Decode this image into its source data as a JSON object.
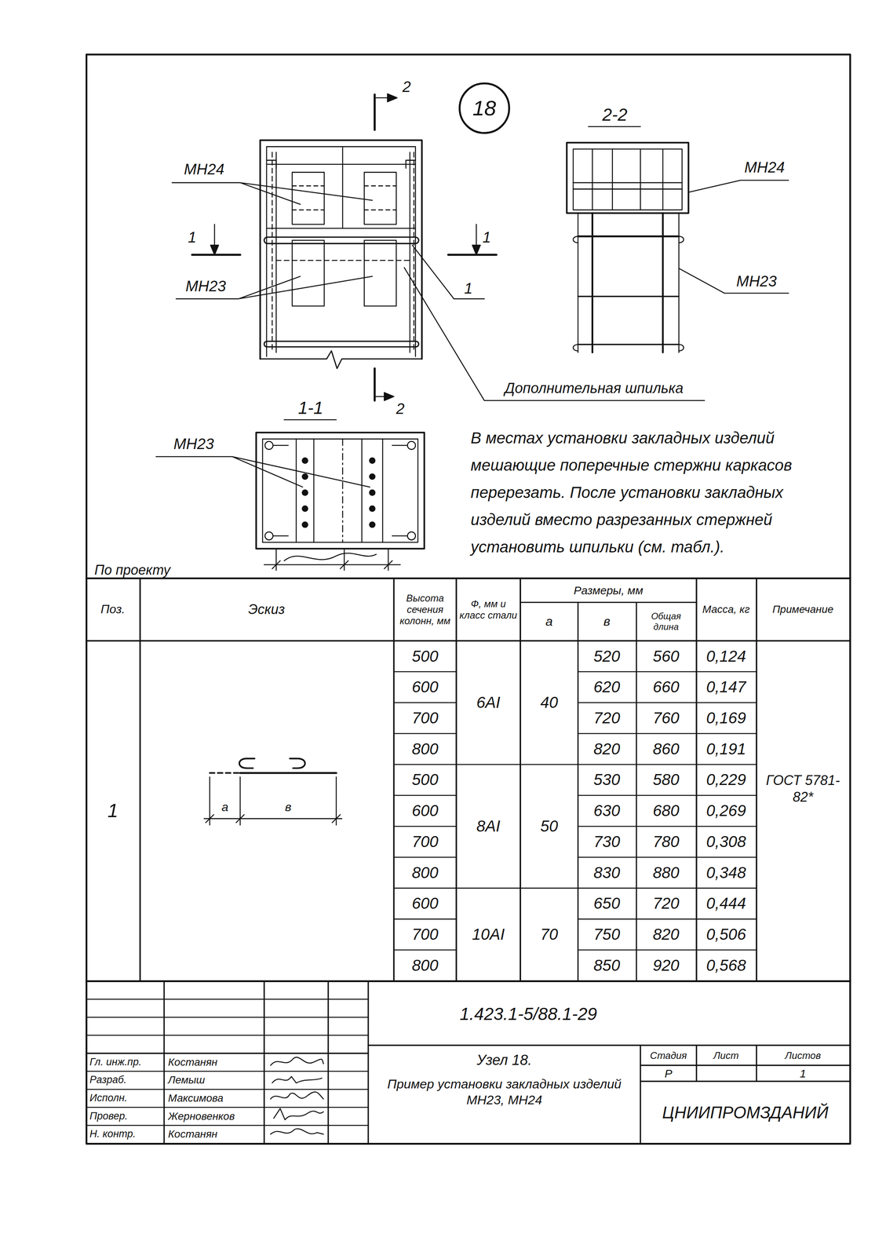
{
  "diagram": {
    "nodes": [
      {
        "text": [
          "18"
        ]
      }
    ],
    "labels": [
      "2",
      "2-2",
      "МН24",
      "МН24",
      "1",
      "1",
      "МН23",
      "МН23",
      "1",
      "2",
      "Дополнительная шпилька",
      "1-1",
      "МН23",
      "В местах установки закладных изделий мешающие поперечные стержни каркасов перерезать. После установки закладных изделий вместо разрезанных стержней установить шпильки (см. табл.).",
      "По проекту",
      "Поз.",
      "Эскиз",
      "Высота сечения колонн, мм",
      "Ф, мм и класс стали",
      "Размеры, мм",
      "а",
      "в",
      "Общая длина",
      "Масса, кг",
      "Примечание",
      "1",
      "а",
      "в",
      "500",
      "6AI",
      "40",
      "520",
      "560",
      "0,124",
      "ГОСТ 5781-82*",
      "600",
      "620",
      "660",
      "0,147",
      "700",
      "720",
      "760",
      "0,169",
      "800",
      "820",
      "860",
      "0,191",
      "500",
      "8AI",
      "50",
      "530",
      "580",
      "0,229",
      "600",
      "630",
      "680",
      "0,269",
      "700",
      "730",
      "780",
      "0,308",
      "800",
      "830",
      "880",
      "0,348",
      "600",
      "10AI",
      "70",
      "650",
      "720",
      "0,444",
      "700",
      "750",
      "820",
      "0,506",
      "800",
      "850",
      "920",
      "0,568",
      "1.423.1-5/88.1-29",
      "Узел 18.",
      "Пример установки закладных изделий МН23, МН24",
      "Стадия",
      "Лист",
      "Листов",
      "Р",
      "1",
      "ЦНИИПРОМЗДАНИЙ",
      "Гл. инж.пр.",
      "Костанян",
      "Разраб.",
      "Лемыш",
      "Исполн.",
      "Максимова",
      "Провер.",
      "Жерновенков",
      "Н. контр.",
      "Костанян"
    ]
  }
}
